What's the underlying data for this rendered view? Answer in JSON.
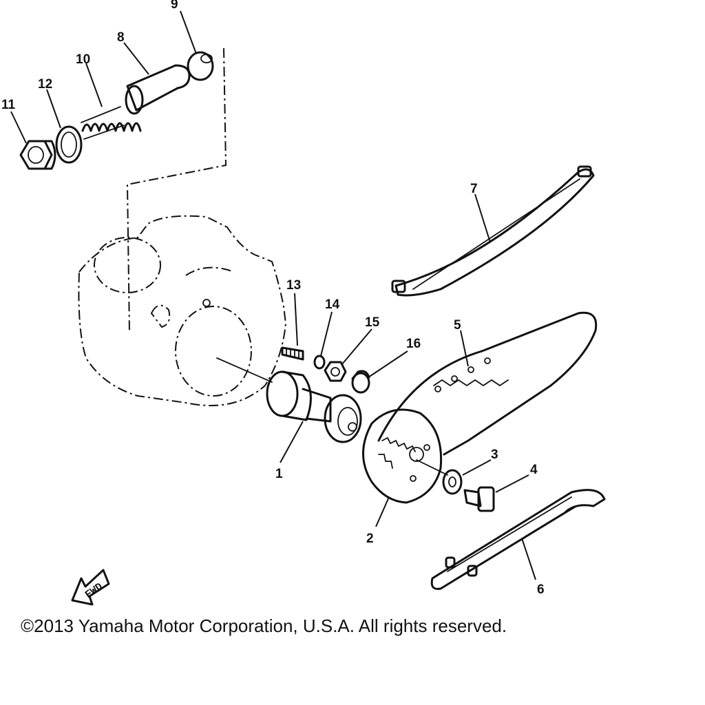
{
  "callouts": [
    {
      "id": "1",
      "label": "1"
    },
    {
      "id": "2",
      "label": "2"
    },
    {
      "id": "3",
      "label": "3"
    },
    {
      "id": "4",
      "label": "4"
    },
    {
      "id": "5",
      "label": "5"
    },
    {
      "id": "6",
      "label": "6"
    },
    {
      "id": "7",
      "label": "7"
    },
    {
      "id": "8",
      "label": "8"
    },
    {
      "id": "9",
      "label": "9"
    },
    {
      "id": "10",
      "label": "10"
    },
    {
      "id": "11",
      "label": "11"
    },
    {
      "id": "12",
      "label": "12"
    },
    {
      "id": "13",
      "label": "13"
    },
    {
      "id": "14",
      "label": "14"
    },
    {
      "id": "15",
      "label": "15"
    },
    {
      "id": "16",
      "label": "16"
    }
  ],
  "fwd_label": "FWD",
  "copyright": "©2013 Yamaha Motor Corporation, U.S.A. All rights reserved."
}
